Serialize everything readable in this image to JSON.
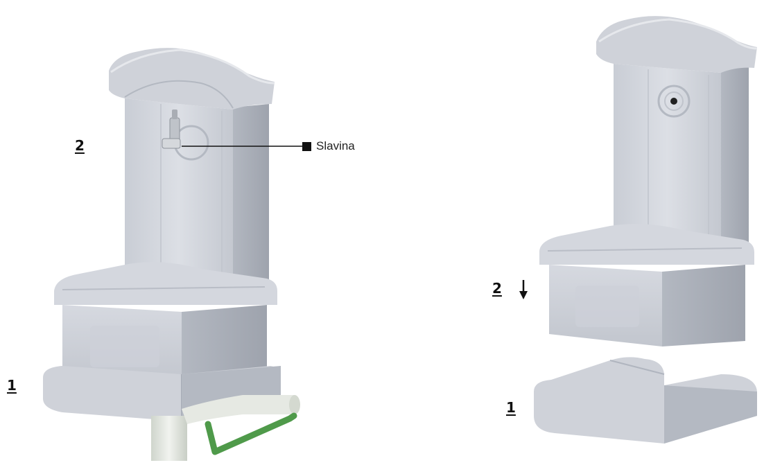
{
  "left_figure": {
    "part_labels": [
      "2",
      "1"
    ],
    "callout": {
      "label": "Slavina"
    }
  },
  "right_figure": {
    "part_labels": [
      "2",
      "1"
    ],
    "arrow": "down-arrow"
  },
  "colors": {
    "stone_light": "#d9dce3",
    "stone_mid": "#c5c9d1",
    "stone_dark": "#a3a8b2",
    "pipe_white": "#e8ece6",
    "pipe_green": "#4f9a4a",
    "tap_metal": "#b8bcc2",
    "text": "#111111"
  }
}
